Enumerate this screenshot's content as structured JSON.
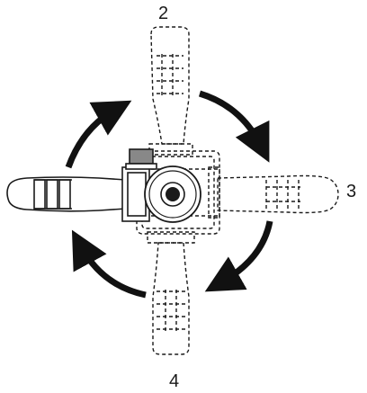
{
  "labels": {
    "position_2": "2",
    "position_3": "3",
    "position_4": "4"
  },
  "icons": {
    "rotation_arrows": "curved-arrow-icon",
    "handle": "handle-icon",
    "lock_button": "lock-button-icon",
    "hub": "rotary-hub-icon"
  },
  "colors": {
    "stroke": "#1a1a1a",
    "arrow": "#111111",
    "handle_fill": "#ffffff",
    "button_fill": "#888888",
    "background": "#ffffff"
  }
}
